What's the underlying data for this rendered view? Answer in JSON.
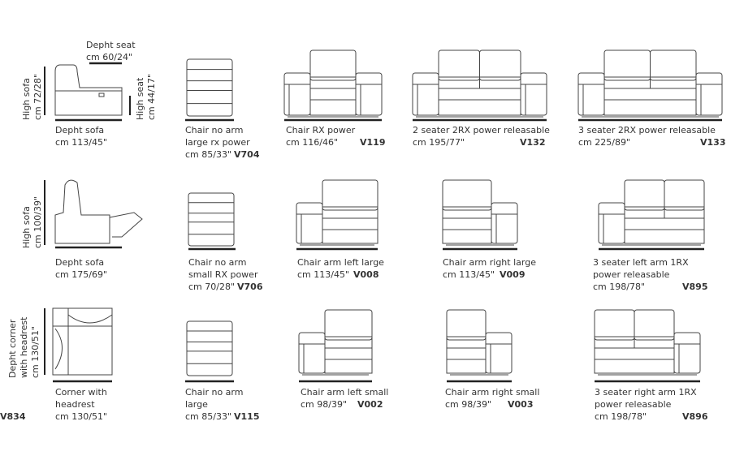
{
  "dimensions": {
    "depth_seat": [
      "Depht seat",
      "cm 60/24\""
    ],
    "high_sofa_1": [
      "High sofa",
      "cm 72/28\""
    ],
    "high_seat": [
      "High seat",
      "cm 44/17\""
    ],
    "high_sofa_2": [
      "High sofa",
      "cm 100/39\""
    ],
    "depth_corner": [
      "Depht corner",
      "with headrest",
      "cm 130/51\""
    ]
  },
  "items": [
    {
      "lines": [
        "Depht sofa",
        "cm 113/45\""
      ],
      "code": ""
    },
    {
      "lines": [
        "Chair no arm",
        "large rx power",
        "cm 85/33\""
      ],
      "code": "V704"
    },
    {
      "lines": [
        "Chair RX power",
        "cm 116/46\""
      ],
      "code": "V119"
    },
    {
      "lines": [
        "2 seater 2RX power releasable",
        "cm 195/77\""
      ],
      "code": "V132"
    },
    {
      "lines": [
        "3 seater 2RX power releasable",
        "cm 225/89\""
      ],
      "code": "V133"
    },
    {
      "lines": [
        "Depht sofa",
        "cm 175/69\""
      ],
      "code": ""
    },
    {
      "lines": [
        "Chair no arm",
        "small RX power",
        "cm 70/28\""
      ],
      "code": "V706"
    },
    {
      "lines": [
        "Chair arm left large",
        "cm 113/45\""
      ],
      "code": "V008"
    },
    {
      "lines": [
        "Chair arm right large",
        "cm 113/45\""
      ],
      "code": "V009"
    },
    {
      "lines": [
        "3 seater left arm 1RX",
        "power releasable",
        "cm 198/78\""
      ],
      "code": "V895"
    },
    {
      "lines": [
        "Corner with",
        "headrest",
        "cm 130/51\""
      ],
      "code": "V834"
    },
    {
      "lines": [
        "Chair no arm",
        "large",
        "cm 85/33\""
      ],
      "code": "V115"
    },
    {
      "lines": [
        "Chair arm left small",
        "cm 98/39\""
      ],
      "code": "V002"
    },
    {
      "lines": [
        "Chair arm right small",
        "cm 98/39\""
      ],
      "code": "V003"
    },
    {
      "lines": [
        "3 seater right arm 1RX",
        "power releasable",
        "cm 198/78\""
      ],
      "code": "V896"
    }
  ]
}
